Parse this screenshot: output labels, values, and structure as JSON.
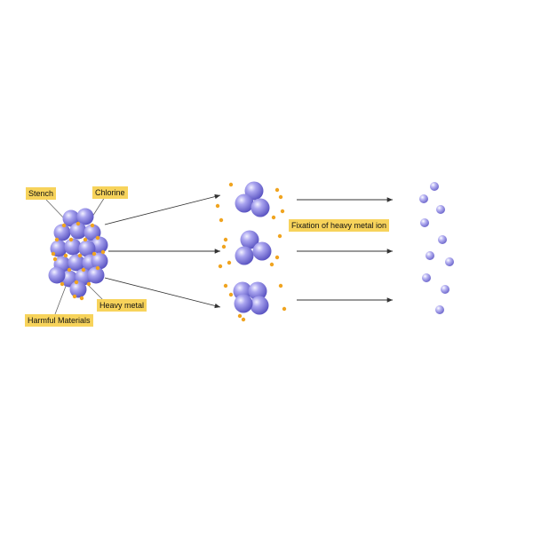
{
  "labels": {
    "stench": "Stench",
    "chlorine": "Chlorine",
    "heavy_metal": "Heavy metal",
    "harmful_materials": "Harmful Materials",
    "fixation": "Fixation of heavy metal ion"
  },
  "colors": {
    "label_bg": "#f7d35b",
    "molecule": "#8c86e6",
    "molecule_dark": "#5b55c0",
    "particle": "#f0a420",
    "arrow": "#333333"
  }
}
